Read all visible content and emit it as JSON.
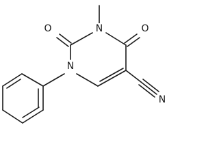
{
  "atoms": {
    "o_top_left": "O",
    "n_top": "N",
    "o_top_right": "O",
    "n_left": "N",
    "n_nitrile": "N"
  },
  "colors": {
    "bond": "#1a1a1a",
    "background": "#ffffff"
  }
}
